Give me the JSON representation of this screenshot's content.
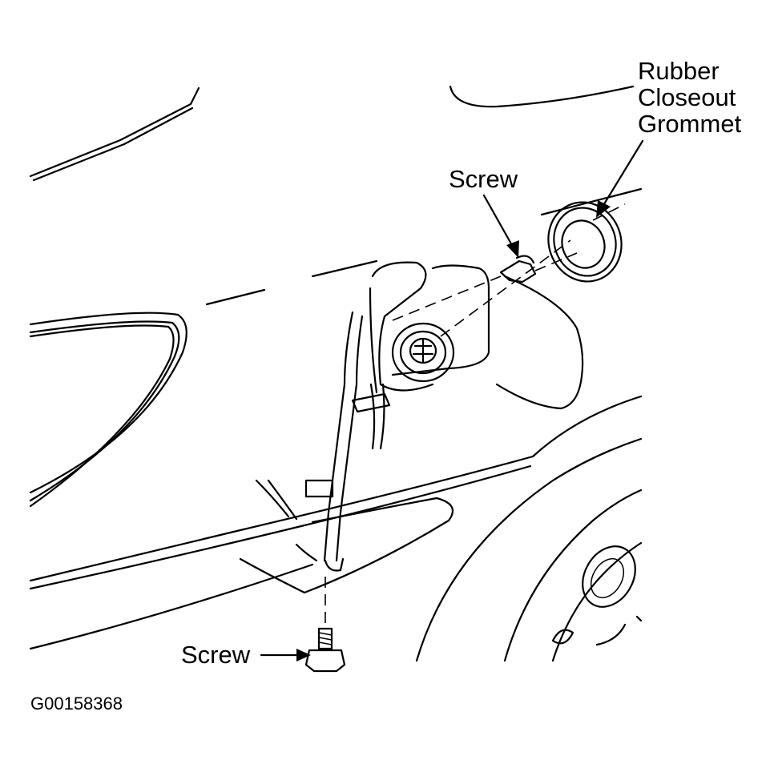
{
  "labels": {
    "grommet_line1": "Rubber",
    "grommet_line2": "Closeout",
    "grommet_line3": "Grommet",
    "screw_top": "Screw",
    "screw_bottom": "Screw"
  },
  "figure_id": "G00158368"
}
